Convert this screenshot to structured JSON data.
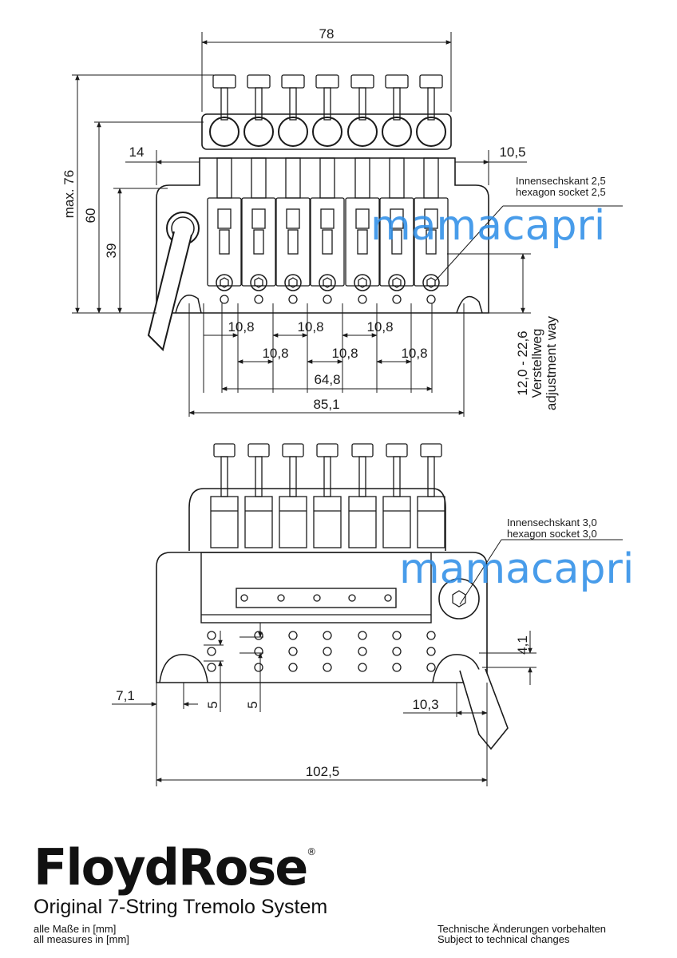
{
  "dims_top": {
    "width_78": "78",
    "max76": "max. 76",
    "h60": "60",
    "h39": "39",
    "left_14": "14",
    "right_10_5": "10,5",
    "spacing": "10,8",
    "span_64_8": "64,8",
    "span_85_1": "85,1",
    "adjust_range": "12,0 - 22,6",
    "adjust_de": "Verstellweg",
    "adjust_en": "adjustment way",
    "hex_de": "Innensechskant 2,5",
    "hex_en": "hexagon socket 2,5"
  },
  "dims_bottom": {
    "hex_de": "Innensechskant 3,0",
    "hex_en": "hexagon socket 3,0",
    "h4_1": "4,1",
    "left_7_1": "7,1",
    "v5a": "5",
    "v5b": "5",
    "right_10_3": "10,3",
    "width_102_5": "102,5"
  },
  "watermark": "mamacapri",
  "footer": {
    "brand": "FloydRose",
    "registered": "®",
    "subtitle": "Original 7-String Tremolo System",
    "measures_de": "alle Maße in [mm]",
    "measures_en": "all measures in [mm]",
    "changes_de": "Technische Änderungen vorbehalten",
    "changes_en": "Subject to technical changes"
  }
}
